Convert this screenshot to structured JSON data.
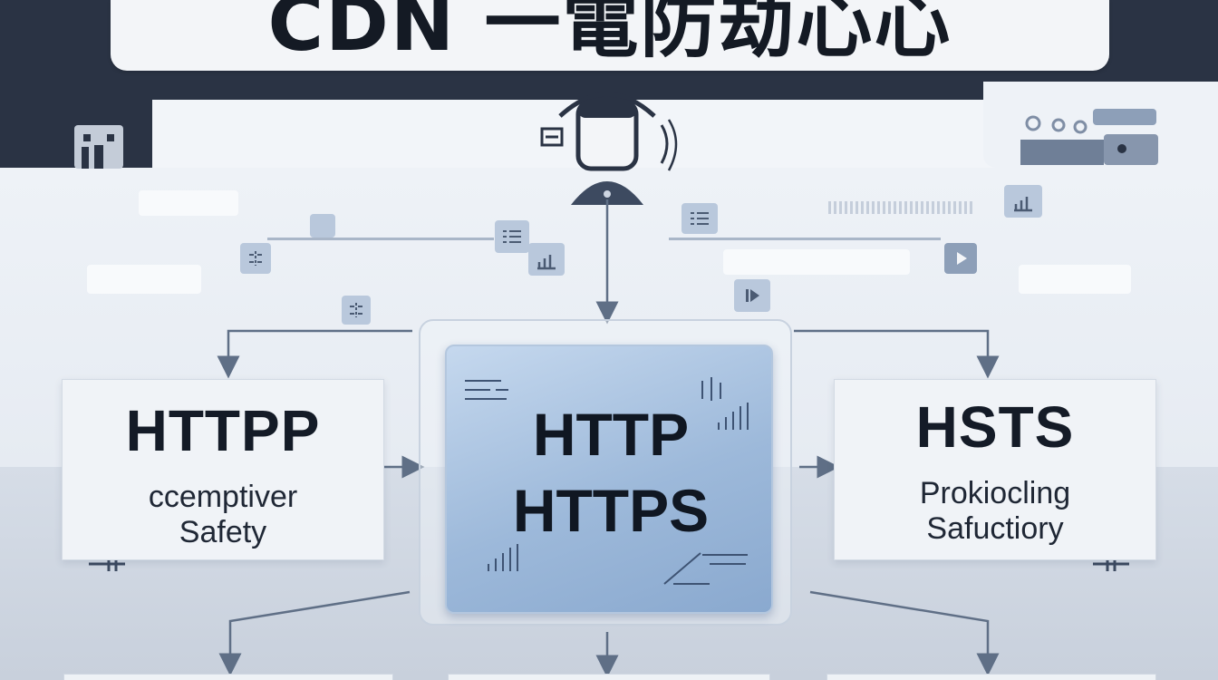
{
  "title": "CDN 一電防劫心心",
  "nodes": {
    "left": {
      "label": "HTTPP",
      "sub1": "ccemptiver",
      "sub2": "Safety"
    },
    "center": {
      "line1": "HTTP",
      "line2": "HTTPS"
    },
    "right": {
      "label": "HSTS",
      "sub1": "Prokiocling",
      "sub2": "Safuctiory"
    }
  },
  "icons": {
    "user": "user-headset-icon",
    "bar_chart": "bar-chart-icon",
    "list": "list-icon",
    "play": "play-icon",
    "sliders": "sliders-icon"
  },
  "colors": {
    "frame_dark": "#2a3344",
    "accent_blue": "#9db9da",
    "arrow": "#5f6f86"
  }
}
